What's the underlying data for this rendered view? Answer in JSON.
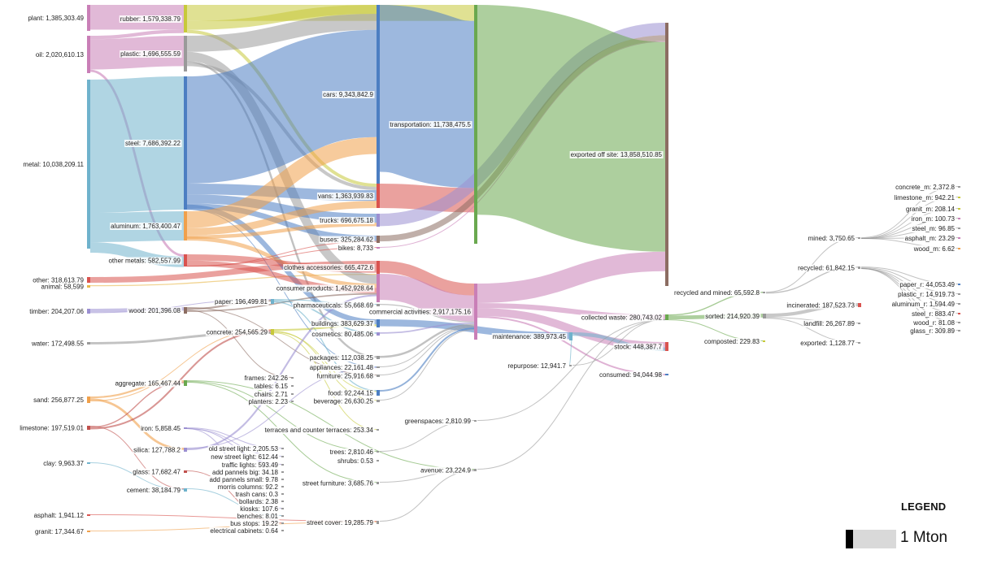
{
  "legend": {
    "title": "LEGEND",
    "scale_label": "1 Mton"
  },
  "nodes": {
    "plant": {
      "label": "plant: 1,385,303.49",
      "color": "#c97fb7"
    },
    "oil": {
      "label": "oil: 2,020,610.13",
      "color": "#c97fb7"
    },
    "metal": {
      "label": "metal: 10,038,209.11",
      "color": "#6fb2cc"
    },
    "other": {
      "label": "other: 318,613.79",
      "color": "#d9534f"
    },
    "animal": {
      "label": "animal: 58,599",
      "color": "#e8b84a"
    },
    "timber": {
      "label": "timber: 204,207.06",
      "color": "#9b8fd1"
    },
    "water": {
      "label": "water: 172,498.55",
      "color": "#9a9a9a"
    },
    "sand": {
      "label": "sand: 256,877.25",
      "color": "#f0a04b"
    },
    "limestone": {
      "label": "limestone: 197,519.01",
      "color": "#c0504d"
    },
    "clay": {
      "label": "clay: 9,963.37",
      "color": "#6fb2cc"
    },
    "asphalt": {
      "label": "asphalt: 1,941.12",
      "color": "#d9534f"
    },
    "granit": {
      "label": "granit: 17,344.67",
      "color": "#f0a04b"
    },
    "rubber": {
      "label": "rubber: 1,579,338.79",
      "color": "#c7c93a"
    },
    "plastic": {
      "label": "plastic: 1,696,555.59",
      "color": "#9a9a9a"
    },
    "steel": {
      "label": "steel: 7,686,392.22",
      "color": "#4c7ec2"
    },
    "aluminum": {
      "label": "aluminum: 1,763,400.47",
      "color": "#f0a04b"
    },
    "other_metals": {
      "label": "other metals: 582,557.99",
      "color": "#d9534f"
    },
    "wood": {
      "label": "wood: 201,396.08",
      "color": "#8c6d62"
    },
    "aggregate": {
      "label": "aggregate: 165,467.44",
      "color": "#6aa84f"
    },
    "iron": {
      "label": "iron: 5,858.45",
      "color": "#9b8fd1"
    },
    "silica": {
      "label": "silica: 127,788.2",
      "color": "#9b8fd1"
    },
    "glass": {
      "label": "glass: 17,682.47",
      "color": "#c0504d"
    },
    "cement": {
      "label": "cement: 38,184.79",
      "color": "#6fb2cc"
    },
    "paper": {
      "label": "paper: 196,499.81",
      "color": "#6fb2cc"
    },
    "concrete": {
      "label": "concrete: 254,565.29",
      "color": "#c7c93a"
    },
    "cars": {
      "label": "cars: 9,343,842.9",
      "color": "#4c7ec2"
    },
    "vans": {
      "label": "vans: 1,363,939.83",
      "color": "#d9534f"
    },
    "trucks": {
      "label": "trucks: 696,675.18",
      "color": "#9b8fd1"
    },
    "buses": {
      "label": "buses: 325,284.62",
      "color": "#8c6d62"
    },
    "bikes": {
      "label": "bikes: 8,733",
      "color": "#c97fb7"
    },
    "clothes": {
      "label": "clothes accessories: 665,472.6",
      "color": "#d9534f"
    },
    "consumer": {
      "label": "consumer products: 1,452,928.64",
      "color": "#c97fb7"
    },
    "pharma": {
      "label": "pharmaceuticals: 55,668.69",
      "color": "#9a9a9a"
    },
    "buildings": {
      "label": "buildings: 383,629.37",
      "color": "#4c7ec2"
    },
    "cosmetics": {
      "label": "cosmetics: 80,485.06",
      "color": "#9b8fd1"
    },
    "packages": {
      "label": "packages: 112,038.25",
      "color": "#9a9a9a"
    },
    "appliances": {
      "label": "appliances: 22,161.48",
      "color": "#9a9a9a"
    },
    "furniture": {
      "label": "furniture: 25,916.68",
      "color": "#9a9a9a"
    },
    "food": {
      "label": "food: 92,244.15",
      "color": "#4c7ec2"
    },
    "beverage": {
      "label": "beverage: 26,630.25",
      "color": "#9a9a9a"
    },
    "frames": {
      "label": "frames: 242.26",
      "color": "#9a9a9a"
    },
    "tables": {
      "label": "tables: 6.15",
      "color": "#9a9a9a"
    },
    "chairs": {
      "label": "chairs: 2.71",
      "color": "#9a9a9a"
    },
    "planters": {
      "label": "planters: 2.23",
      "color": "#9a9a9a"
    },
    "terraces": {
      "label": "terraces and counter terraces: 253.34",
      "color": "#9a9a9a"
    },
    "trees": {
      "label": "trees: 2,810.46",
      "color": "#9a9a9a"
    },
    "shrubs": {
      "label": "shrubs: 0.53",
      "color": "#9a9a9a"
    },
    "old_light": {
      "label": "old street light: 2,205.53",
      "color": "#9a9a9a"
    },
    "new_light": {
      "label": "new street light: 612.44",
      "color": "#9a9a9a"
    },
    "traffic": {
      "label": "traffic lights: 593.49",
      "color": "#9a9a9a"
    },
    "pannels_big": {
      "label": "add pannels big: 34.18",
      "color": "#9a9a9a"
    },
    "pannels_small": {
      "label": "add pannels small: 9.78",
      "color": "#9a9a9a"
    },
    "morris": {
      "label": "morris columns: 92.2",
      "color": "#9a9a9a"
    },
    "trash": {
      "label": "trash cans: 0.3",
      "color": "#9a9a9a"
    },
    "bollards": {
      "label": "bollards: 2.38",
      "color": "#9a9a9a"
    },
    "kiosks": {
      "label": "kiosks: 107.6",
      "color": "#9a9a9a"
    },
    "benches": {
      "label": "benches: 8.01",
      "color": "#9a9a9a"
    },
    "bus_stops": {
      "label": "bus stops: 19.22",
      "color": "#9a9a9a"
    },
    "cabinets": {
      "label": "electrical cabinets: 0.64",
      "color": "#9a9a9a"
    },
    "street_furniture": {
      "label": "street furniture: 3,685.76",
      "color": "#9a9a9a"
    },
    "street_cover": {
      "label": "street cover: 19,285.79",
      "color": "#9a9a9a"
    },
    "transportation": {
      "label": "transportation: 11,738,475.5",
      "color": "#6aa84f"
    },
    "commercial": {
      "label": "commercial activities: 2,917,175.16",
      "color": "#c97fb7"
    },
    "greenspaces": {
      "label": "greenspaces: 2,810.99",
      "color": "#9a9a9a"
    },
    "avenue": {
      "label": "avenue: 23,224.9",
      "color": "#9a9a9a"
    },
    "exported": {
      "label": "exported off site: 13,858,510.85",
      "color": "#8c6d62"
    },
    "maintenance": {
      "label": "maintenance: 389,973.45",
      "color": "#6fb2cc"
    },
    "repurpose": {
      "label": "repurpose: 12,941.7",
      "color": "#9a9a9a"
    },
    "collected": {
      "label": "collected waste: 280,743.02",
      "color": "#6aa84f"
    },
    "stock": {
      "label": "stock: 448,387.7",
      "color": "#d9534f"
    },
    "consumed": {
      "label": "consumed: 94,044.98",
      "color": "#4c7ec2"
    },
    "recycled_mined": {
      "label": "recycled and mined: 65,592.8",
      "color": "#9a9a9a"
    },
    "sorted": {
      "label": "sorted: 214,920.39",
      "color": "#9a9a9a"
    },
    "composted": {
      "label": "composted: 229.83",
      "color": "#c7c93a"
    },
    "incinerated": {
      "label": "incinerated: 187,523.73",
      "color": "#d9534f"
    },
    "landfill": {
      "label": "landfill: 26,267.89",
      "color": "#9a9a9a"
    },
    "exported2": {
      "label": "exported: 1,128.77",
      "color": "#9a9a9a"
    },
    "mined": {
      "label": "mined: 3,750.65",
      "color": "#9a9a9a"
    },
    "recycled": {
      "label": "recycled: 61,842.15",
      "color": "#9a9a9a"
    },
    "concrete_m": {
      "label": "concrete_m: 2,372.8",
      "color": "#9a9a9a"
    },
    "limestone_m": {
      "label": "limestone_m: 942.21",
      "color": "#c7c93a"
    },
    "granit_m": {
      "label": "granit_m: 208.14",
      "color": "#c7c93a"
    },
    "iron_m": {
      "label": "iron_m: 100.73",
      "color": "#c97fb7"
    },
    "steel_m": {
      "label": "steel_m: 96.85",
      "color": "#9a9a9a"
    },
    "asphalt_m": {
      "label": "asphalt_m: 23.29",
      "color": "#c97fb7"
    },
    "wood_m": {
      "label": "wood_m: 6.62",
      "color": "#f0a04b"
    },
    "paper_r": {
      "label": "paper_r: 44,053.49",
      "color": "#4c7ec2"
    },
    "plastic_r": {
      "label": "plastic_r: 14,919.73",
      "color": "#9a9a9a"
    },
    "aluminum_r": {
      "label": "aluminum_r: 1,594.49",
      "color": "#9a9a9a"
    },
    "steel_r": {
      "label": "steel_r: 883.47",
      "color": "#d9534f"
    },
    "wood_r": {
      "label": "wood_r: 81.08",
      "color": "#9a9a9a"
    },
    "glass_r": {
      "label": "glass_r: 309.89",
      "color": "#9a9a9a"
    }
  },
  "links": [
    [
      "plant",
      "rubber",
      1385303.49
    ],
    [
      "oil",
      "rubber",
      194035.3
    ],
    [
      "oil",
      "plastic",
      1696555.59
    ],
    [
      "oil",
      "other_metals",
      130019.24
    ],
    [
      "metal",
      "steel",
      7686392.22
    ],
    [
      "metal",
      "aluminum",
      1763400.47
    ],
    [
      "metal",
      "other_metals",
      588416.42
    ],
    [
      "timber",
      "wood",
      201396.08
    ],
    [
      "timber",
      "paper",
      2810.98
    ],
    [
      "sand",
      "aggregate",
      100000
    ],
    [
      "sand",
      "silica",
      127788.2
    ],
    [
      "sand",
      "concrete",
      29089.05
    ],
    [
      "limestone",
      "cement",
      38184.79
    ],
    [
      "limestone",
      "aggregate",
      65467.44
    ],
    [
      "limestone",
      "concrete",
      93866.78
    ],
    [
      "clay",
      "cement",
      9963.37
    ],
    [
      "asphalt",
      "street_cover",
      1941.12
    ],
    [
      "granit",
      "street_cover",
      17344.67
    ],
    [
      "water",
      "concrete",
      131609.46
    ],
    [
      "animal",
      "consumer",
      58599
    ],
    [
      "other",
      "clothes",
      318613.79
    ],
    [
      "rubber",
      "transportation",
      900000
    ],
    [
      "rubber",
      "cars",
      500000
    ],
    [
      "rubber",
      "vans",
      179338.79
    ],
    [
      "plastic",
      "cars",
      900000
    ],
    [
      "plastic",
      "consumer",
      500000
    ],
    [
      "plastic",
      "packages",
      112038.25
    ],
    [
      "plastic",
      "vans",
      184517.34
    ],
    [
      "steel",
      "cars",
      6000000
    ],
    [
      "steel",
      "vans",
      600000
    ],
    [
      "steel",
      "trucks",
      500000
    ],
    [
      "steel",
      "buses",
      300000
    ],
    [
      "steel",
      "buildings",
      283629.37
    ],
    [
      "steel",
      "appliances",
      2762.85
    ],
    [
      "aluminum",
      "cars",
      943842.9
    ],
    [
      "aluminum",
      "vans",
      400084
    ],
    [
      "aluminum",
      "trucks",
      196675.18
    ],
    [
      "aluminum",
      "consumer",
      222798.39
    ],
    [
      "other_metals",
      "clothes",
      346858.81
    ],
    [
      "other_metals",
      "consumer",
      300000
    ],
    [
      "other_metals",
      "buses",
      25284.62
    ],
    [
      "other_metals",
      "bikes",
      8733
    ],
    [
      "wood",
      "furniture",
      25916.68
    ],
    [
      "wood",
      "paper",
      100000
    ],
    [
      "wood",
      "frames",
      242.26
    ],
    [
      "wood",
      "consumer",
      75237.14
    ],
    [
      "paper",
      "pharma",
      55668.69
    ],
    [
      "paper",
      "cosmetics",
      80485.06
    ],
    [
      "paper",
      "food",
      60346.06
    ],
    [
      "concrete",
      "buildings",
      100000
    ],
    [
      "concrete",
      "beverage",
      26630.25
    ],
    [
      "concrete",
      "food",
      31898.09
    ],
    [
      "concrete",
      "terraces",
      253.34
    ],
    [
      "aggregate",
      "avenue",
      23224.9
    ],
    [
      "aggregate",
      "trees",
      2810.46
    ],
    [
      "aggregate",
      "street_furniture",
      3685.76
    ],
    [
      "iron",
      "old_light",
      2205.53
    ],
    [
      "iron",
      "new_light",
      612.44
    ],
    [
      "iron",
      "traffic",
      593.49
    ],
    [
      "iron",
      "kiosks",
      107.6
    ],
    [
      "silica",
      "appliances",
      19398.63
    ],
    [
      "silica",
      "consumer",
      96294.11
    ],
    [
      "glass",
      "bus_stops",
      19.22
    ],
    [
      "cement",
      "benches",
      8.01
    ],
    [
      "cars",
      "transportation",
      9343842.9
    ],
    [
      "vans",
      "transportation",
      1363939.83
    ],
    [
      "trucks",
      "exported",
      696675.18
    ],
    [
      "buses",
      "exported",
      325284.62
    ],
    [
      "bikes",
      "exported",
      8733
    ],
    [
      "transportation",
      "exported",
      11738475.5
    ],
    [
      "clothes",
      "commercial",
      665472.6
    ],
    [
      "consumer",
      "commercial",
      1452928.64
    ],
    [
      "pharma",
      "commercial",
      55668.69
    ],
    [
      "buildings",
      "maintenance",
      383629.37
    ],
    [
      "cosmetics",
      "commercial",
      80485.06
    ],
    [
      "packages",
      "commercial",
      112038.25
    ],
    [
      "appliances",
      "commercial",
      22161.48
    ],
    [
      "furniture",
      "commercial",
      25916.68
    ],
    [
      "food",
      "commercial",
      92244.15
    ],
    [
      "beverage",
      "commercial",
      26630.25
    ],
    [
      "street_furniture",
      "avenue",
      3685.76
    ],
    [
      "street_cover",
      "avenue",
      19285.79
    ],
    [
      "trees",
      "greenspaces",
      2810.46
    ],
    [
      "commercial",
      "exported",
      1089362.1
    ],
    [
      "commercial",
      "collected",
      280743.02
    ],
    [
      "commercial",
      "stock",
      448387.7
    ],
    [
      "commercial",
      "consumed",
      94044.98
    ],
    [
      "maintenance",
      "stock",
      200000
    ],
    [
      "maintenance",
      "repurpose",
      12941.7
    ],
    [
      "avenue",
      "collected",
      20000
    ],
    [
      "greenspaces",
      "collected",
      2810.99
    ],
    [
      "repurpose",
      "collected",
      12941.7
    ],
    [
      "collected",
      "recycled_mined",
      65592.8
    ],
    [
      "collected",
      "sorted",
      214920.39
    ],
    [
      "collected",
      "composted",
      229.83
    ],
    [
      "sorted",
      "incinerated",
      187523.73
    ],
    [
      "sorted",
      "landfill",
      26267.89
    ],
    [
      "sorted",
      "exported2",
      1128.77
    ],
    [
      "recycled_mined",
      "mined",
      3750.65
    ],
    [
      "recycled_mined",
      "recycled",
      61842.15
    ],
    [
      "mined",
      "concrete_m",
      2372.8
    ],
    [
      "mined",
      "limestone_m",
      942.21
    ],
    [
      "mined",
      "granit_m",
      208.14
    ],
    [
      "mined",
      "iron_m",
      100.73
    ],
    [
      "mined",
      "steel_m",
      96.85
    ],
    [
      "mined",
      "asphalt_m",
      23.29
    ],
    [
      "mined",
      "wood_m",
      6.62
    ],
    [
      "recycled",
      "paper_r",
      44053.49
    ],
    [
      "recycled",
      "plastic_r",
      14919.73
    ],
    [
      "recycled",
      "aluminum_r",
      1594.49
    ],
    [
      "recycled",
      "steel_r",
      883.47
    ],
    [
      "recycled",
      "wood_r",
      81.08
    ],
    [
      "recycled",
      "glass_r",
      309.89
    ]
  ]
}
